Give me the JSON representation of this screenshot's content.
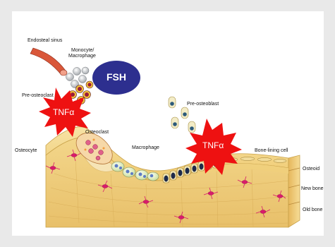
{
  "labels": {
    "endosteal_sinus": "Endosteal sinus",
    "monocyte_macrophage_line1": "Monocyte/",
    "monocyte_macrophage_line2": "Macrophage",
    "fsh": "FSH",
    "pre_osteoclast": "Pre-osteoclast",
    "tnf_left": "TNFα",
    "osteoclast": "Osteoclast",
    "osteocyte": "Osteocyte",
    "macrophage": "Macrophage",
    "pre_osteoblast": "Pre-osteoblast",
    "tnf_right": "TNFα",
    "bone_lining_cell": "Bone-lining cell",
    "osteoid": "Osteoid",
    "new_bone": "New bone",
    "old_bone": "Old bone"
  },
  "colors": {
    "background": "#e9e9e9",
    "bone": "#f3d68a",
    "bone_edge": "#c9a24a",
    "osteocyte": "#d81b6b",
    "burst": "#ee1111",
    "fsh": "#2d2f8f",
    "vessel": "#d9573a"
  }
}
